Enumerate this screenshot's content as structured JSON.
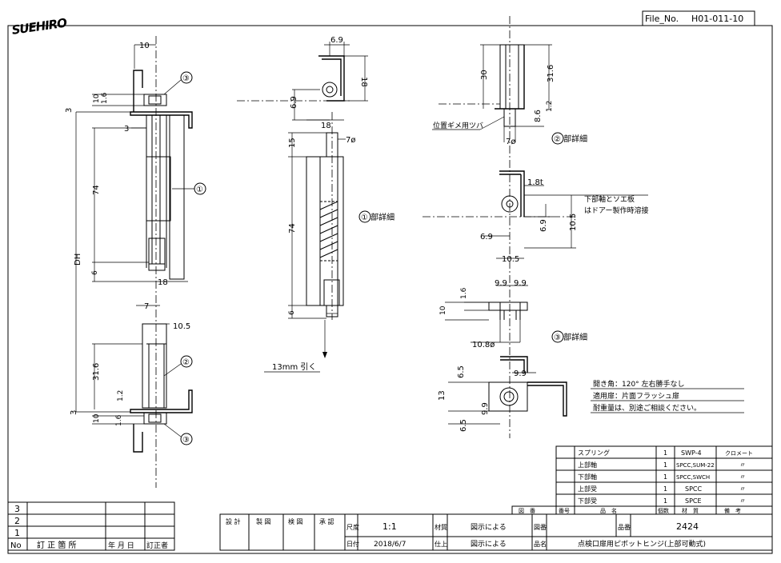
{
  "header": {
    "logo": "SUEHIRO",
    "file_no_label": "File_No.",
    "file_no": "H01-011-10"
  },
  "dimensions": {
    "top_10": "10",
    "d_1_6_a": "1.6",
    "d_3_a": "3",
    "d_10_a": "10",
    "d_3_b": "3",
    "d_74_a": "74",
    "d_dh": "DH",
    "d_6_a": "6",
    "d_18_a": "18",
    "d_7": "7",
    "d_10_5_a": "10.5",
    "d_31_6_a": "31.6",
    "d_1_2_a": "1.2",
    "d_3_c": "3",
    "d_10_b": "10",
    "d_1_6_b": "1.6",
    "d_6_9_a": "6.9",
    "d_18_b": "18",
    "d_6_9_b": "6.9",
    "d_18_c": "18",
    "d_15": "15",
    "d_7phi": "7ø",
    "d_74_b": "74",
    "d_6_b": "6",
    "d_30": "30",
    "d_31_6_b": "31.6",
    "d_1_2_b": "1.2",
    "d_8_6": "8.6",
    "d_7phi_b": "7ø",
    "d_1_8t": "1.8t",
    "d_6_9_c": "6.9",
    "d_6_9_d": "6.9",
    "d_10_5_b": "10.5",
    "d_10_5_c": "10.5",
    "d_9_9_a": "9.9",
    "d_9_9_b": "9.9",
    "d_1_6_c": "1.6",
    "d_10_c": "10",
    "d_10_8phi": "10.8ø",
    "d_9_9_c": "9.9",
    "d_6_5_a": "6.5",
    "d_13": "13",
    "d_9_9_d": "9.9",
    "d_6_5_b": "6.5"
  },
  "callouts": {
    "c1": "①",
    "c2": "②",
    "c3": "③",
    "c3b": "③",
    "c1_detail": "① 部詳細",
    "c2_detail": "② 部詳細",
    "c3_detail": "③ 部詳細"
  },
  "annotations": {
    "pull": "13mm 引く",
    "tsuba": "位置ギメ用ツバ",
    "note_lower_1": "下部軸とソエ板",
    "note_lower_2": "はドアー製作時溶接"
  },
  "notes": [
    "開き角：120°  左右勝手なし",
    "適用扉：片面フラッシュ扉",
    "耐重量は、別途ご相談ください。"
  ],
  "parts_table": {
    "rows": [
      {
        "name": "スプリング",
        "qty": "1",
        "material": "SWP-4",
        "remark": "クロメート"
      },
      {
        "name": "上部軸",
        "qty": "1",
        "material": "SPCC,SUM-22",
        "remark": "〃"
      },
      {
        "name": "下部軸",
        "qty": "1",
        "material": "SPCC,SWCH",
        "remark": "〃"
      },
      {
        "name": "上部受",
        "qty": "1",
        "material": "SPCC",
        "remark": "〃"
      },
      {
        "name": "下部受",
        "qty": "1",
        "material": "SPCE",
        "remark": "〃"
      }
    ],
    "header": {
      "drawing": "図　番",
      "no": "番号",
      "name": "品　名",
      "qty": "個数",
      "material": "材　質",
      "remark": "備　考"
    }
  },
  "revision_table": {
    "rows": [
      "3",
      "2",
      "1"
    ],
    "header": {
      "no": "No",
      "place": "訂 正 箇 所",
      "date": "年 月 日",
      "editor": "訂正者"
    }
  },
  "title_block": {
    "design": "設 計",
    "drawing": "製 図",
    "check": "検 図",
    "approve": "承 認",
    "scale_label": "尺度",
    "scale": "1:1",
    "date_label": "日付",
    "date": "2018/6/7",
    "material_label": "材質",
    "material": "図示による",
    "finish_label": "仕上",
    "finish": "図示による",
    "drawing_no_label": "図番",
    "product_no_label": "品番",
    "product_no": "2424",
    "product_name_label": "品名",
    "product_name": "点検口扉用ピボットヒンジ(上部可動式)"
  },
  "colors": {
    "line": "#000000",
    "background": "#ffffff"
  }
}
